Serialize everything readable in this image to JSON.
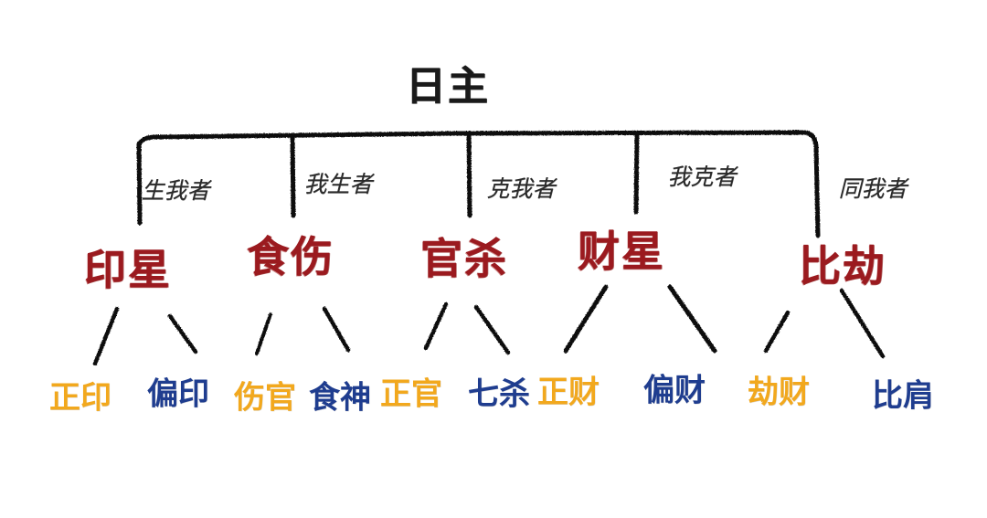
{
  "diagram": {
    "root": {
      "label": "日主",
      "color": "#1a1a1a"
    },
    "colors": {
      "group": "#9b1a1f",
      "leaf_positive": "#f2a81d",
      "leaf_negative": "#1f3d8f",
      "line": "#111111"
    },
    "groups": [
      {
        "relation": "生我者",
        "label": "印星",
        "children": [
          {
            "label": "正印",
            "tone": "yellow"
          },
          {
            "label": "偏印",
            "tone": "blue"
          }
        ]
      },
      {
        "relation": "我生者",
        "label": "食伤",
        "children": [
          {
            "label": "伤官",
            "tone": "yellow"
          },
          {
            "label": "食神",
            "tone": "blue"
          }
        ]
      },
      {
        "relation": "克我者",
        "label": "官杀",
        "children": [
          {
            "label": "正官",
            "tone": "yellow"
          },
          {
            "label": "七杀",
            "tone": "blue"
          }
        ]
      },
      {
        "relation": "我克者",
        "label": "财星",
        "children": [
          {
            "label": "正财",
            "tone": "yellow"
          },
          {
            "label": "偏财",
            "tone": "blue"
          }
        ]
      },
      {
        "relation": "同我者",
        "label": "比劫",
        "children": [
          {
            "label": "劫财",
            "tone": "yellow"
          },
          {
            "label": "比肩",
            "tone": "blue"
          }
        ]
      }
    ]
  }
}
